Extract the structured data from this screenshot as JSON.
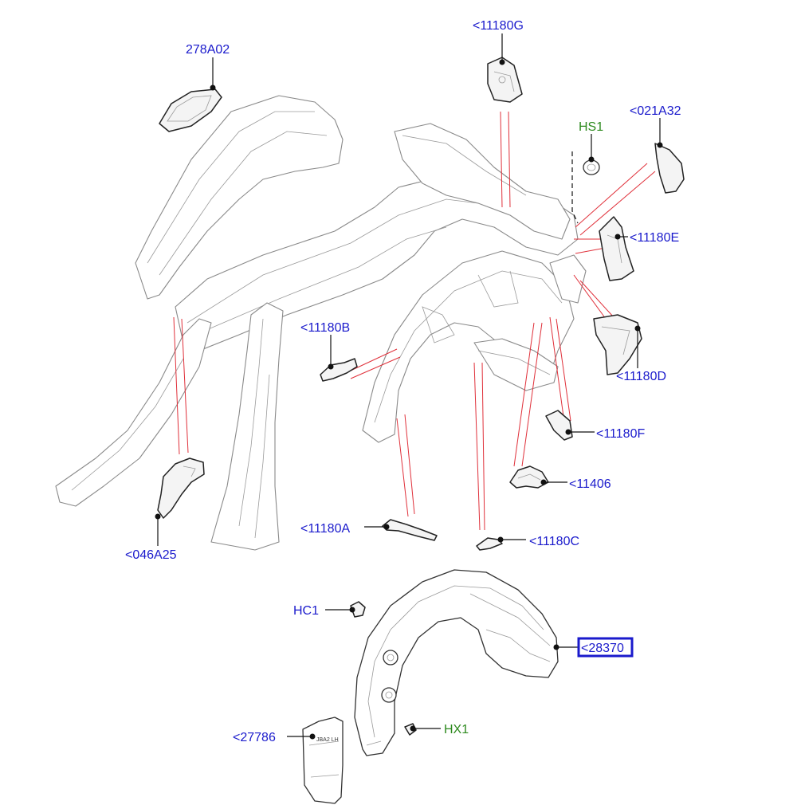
{
  "labels": {
    "l278a02": "278A02",
    "l11180g": "<11180G",
    "lhs1": "HS1",
    "l021a32": "<021A32",
    "l11180e": "<11180E",
    "l11180b": "<11180B",
    "l11180d": "<11180D",
    "l11180f": "<11180F",
    "l11406": "<11406",
    "l11180a": "<11180A",
    "l11180c": "<11180C",
    "l046a25": "<046A25",
    "lhc1": "HC1",
    "l28370": "<28370",
    "lhx1": "HX1",
    "l27786": "<27786",
    "label_27786_tag": "JBA2 LH"
  },
  "colors": {
    "part_number_label": "#1a1acc",
    "fixing_label": "#2d8a1e",
    "reference_line": "#e0303a",
    "selected_box": "#1a1acc"
  },
  "selected_part": "<28370"
}
